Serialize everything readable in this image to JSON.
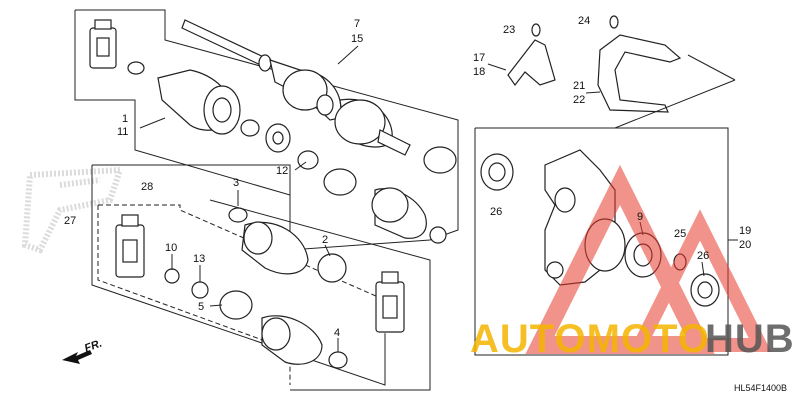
{
  "diagram": {
    "callouts": {
      "p1_11": [
        "1",
        "11"
      ],
      "p2": "2",
      "p3": "3",
      "p4": "4",
      "p5": "5",
      "p7_15": [
        "7",
        "15"
      ],
      "p9": "9",
      "p10": "10",
      "p12": "12",
      "p13": "13",
      "p17_18": [
        "17",
        "18"
      ],
      "p19_20": [
        "19",
        "20"
      ],
      "p21_22": [
        "21",
        "22"
      ],
      "p23": "23",
      "p24": "24",
      "p25": "25",
      "p26a": "26",
      "p26b": "26",
      "p27": "27",
      "p28": "28"
    },
    "front_indicator": "FR.",
    "reference_code": "HL54F1400B"
  },
  "watermark": {
    "part1": "AUTOMOTO",
    "part2": "HUB",
    "colors": {
      "red": "#e63b2e",
      "gold": "#f4b400",
      "grey": "#555555"
    }
  }
}
